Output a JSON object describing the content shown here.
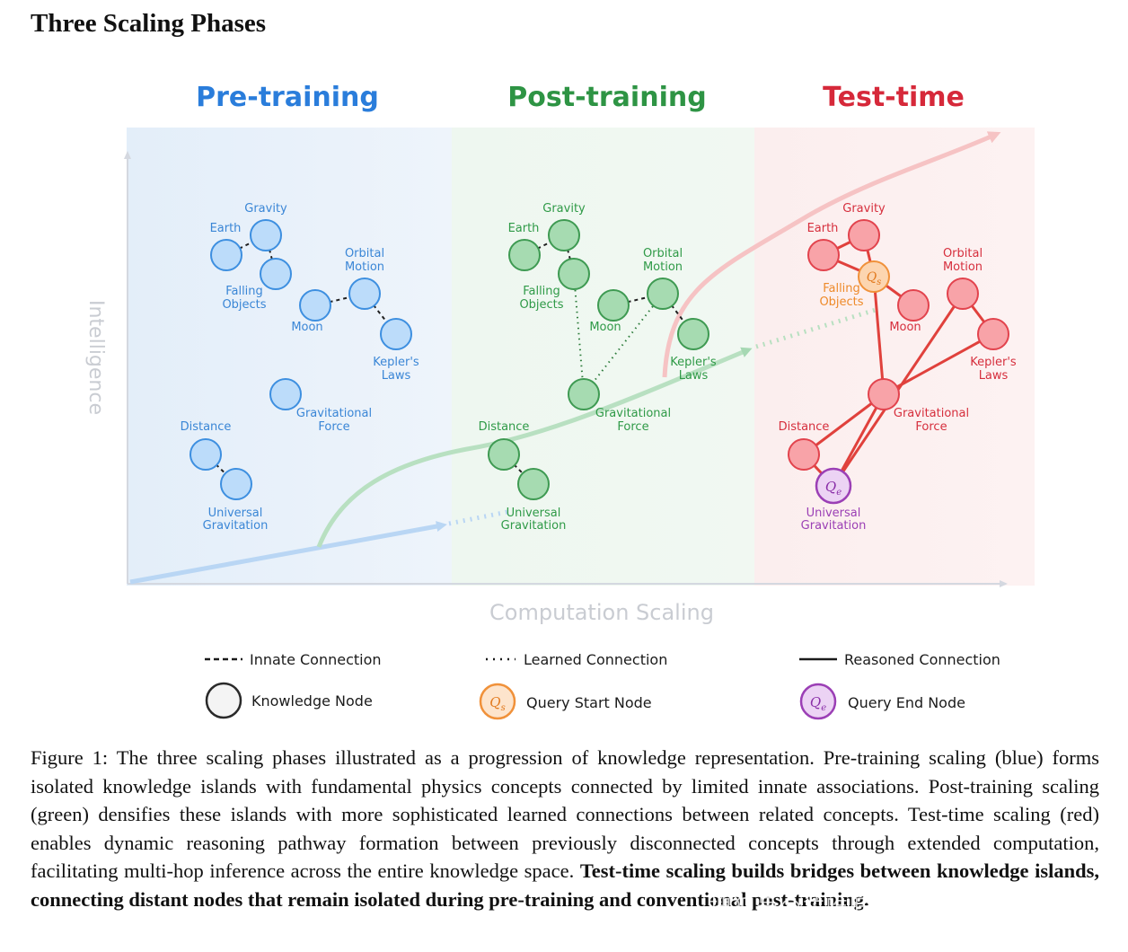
{
  "title": "Three Scaling Phases",
  "phases": [
    {
      "label": "Pre-training",
      "color": "#2a7ddb"
    },
    {
      "label": "Post-training",
      "color": "#2e9444"
    },
    {
      "label": "Test-time",
      "color": "#d6293a"
    }
  ],
  "axes": {
    "y_label": "Intelligence",
    "x_label": "Computation Scaling"
  },
  "node_labels": {
    "gravity": "Gravity",
    "earth": "Earth",
    "falling_1": "Falling",
    "falling_2": "Objects",
    "orbital_1": "Orbital",
    "orbital_2": "Motion",
    "moon": "Moon",
    "kepler_1": "Kepler's",
    "kepler_2": "Laws",
    "gforce_1": "Gravitational",
    "gforce_2": "Force",
    "distance": "Distance",
    "universal_1": "Universal",
    "universal_2": "Gravitation"
  },
  "query_symbols": {
    "start": "Qs",
    "end": "Qe"
  },
  "legend": {
    "innate": "Innate Connection",
    "learned": "Learned Connection",
    "reasoned": "Reasoned Connection",
    "knowledge_node": "Knowledge Node",
    "query_start": "Query Start Node",
    "query_end": "Query End Node"
  },
  "colors": {
    "blue_fill": "#bcdcfa",
    "blue_stroke": "#3d8fe0",
    "green_fill": "#a6dbb1",
    "green_stroke": "#3e9a52",
    "red_fill": "#f8a3a8",
    "red_stroke": "#e2434d",
    "orange": "#f0913a",
    "purple": "#9b3fb5"
  },
  "caption": {
    "normal": "Figure 1: The three scaling phases illustrated as a progression of knowledge representation. Pre-training scaling (blue) forms isolated knowledge islands with fundamental physics concepts connected by limited innate associations. Post-training scaling (green) densifies these islands with more sophisticated learned connections between related concepts. Test-time scaling (red) enables dynamic reasoning pathway formation between previously disconnected concepts through extended computation, facilitating multi-hop inference across the entire knowledge space.",
    "bold": "Test-time scaling builds bridges between knowledge islands, connecting distant nodes that remain isolated during pre-training and conventional post-training."
  },
  "watermark": "搜狐号@拉唯旺6736"
}
